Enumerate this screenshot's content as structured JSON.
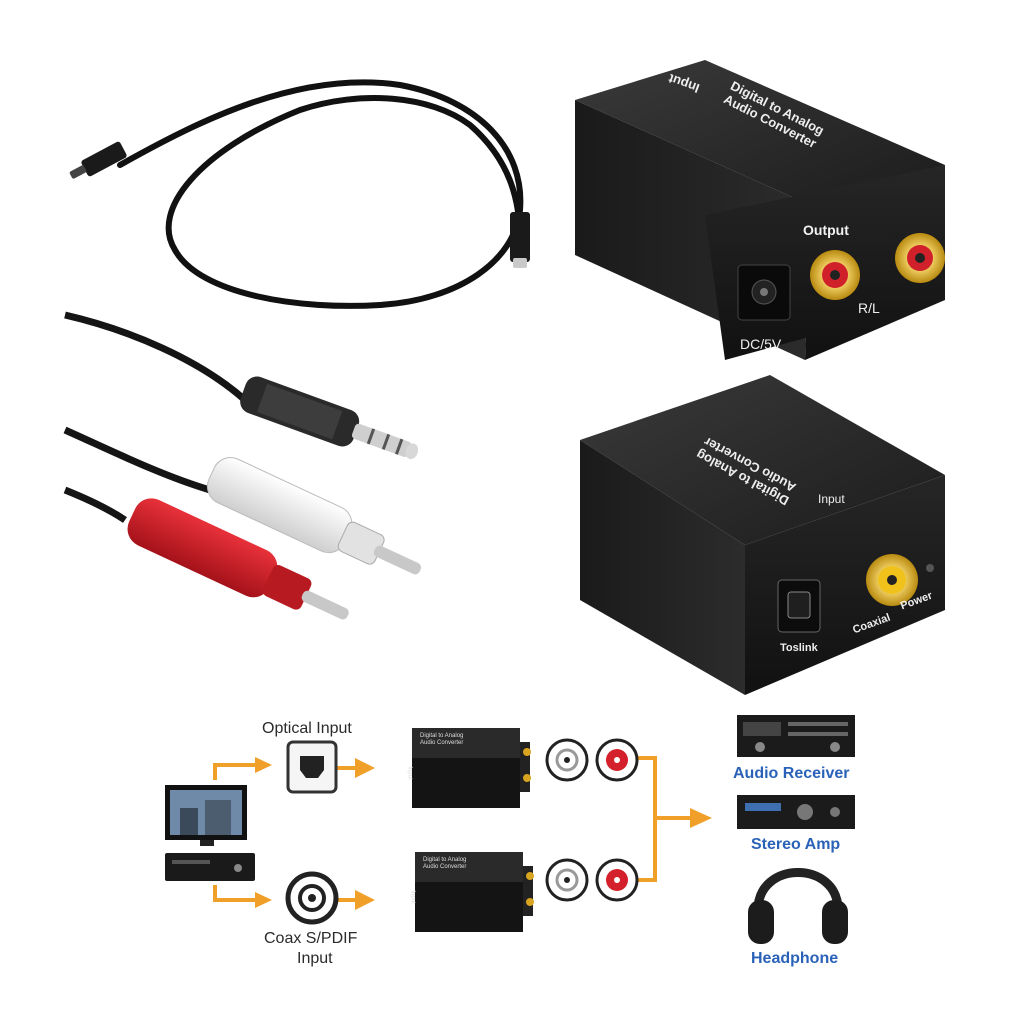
{
  "converter_back": {
    "top_title": "Digital to Analog\nAudio Converter",
    "input_label": "Input",
    "output_label": "Output",
    "rl_label": "R/L",
    "dc_label": "DC/5V"
  },
  "converter_front": {
    "top_title": "Digital to Analog\nAudio Converter",
    "input_label": "Input",
    "toslink_label": "Toslink",
    "coaxial_label": "Coaxial",
    "power_label": "Power"
  },
  "diagram": {
    "optical_input_label": "Optical Input",
    "coax_input_label_line1": "Coax S/PDIF",
    "coax_input_label_line2": "Input",
    "mini_box_title": "Digital to Analog\nAudio Converter",
    "mini_box_input": "Input",
    "outputs": [
      {
        "label": "Audio Receiver"
      },
      {
        "label": "Stereo Amp"
      },
      {
        "label": "Headphone"
      }
    ],
    "arrow_color": "#f0a028",
    "label_color": "#2a62b8"
  }
}
